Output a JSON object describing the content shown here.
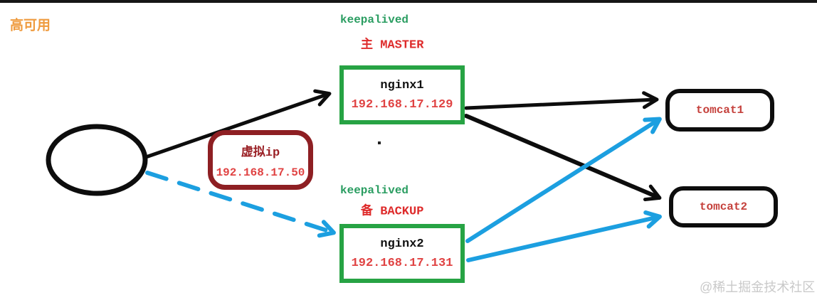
{
  "title": {
    "text": "高可用"
  },
  "watermark": {
    "text": "@稀土掘金技术社区"
  },
  "master_group": {
    "keepalived_label": "keepalived",
    "role_label": "主 MASTER"
  },
  "backup_group": {
    "keepalived_label": "keepalived",
    "role_label": "备 BACKUP"
  },
  "nodes": {
    "virtual_ip": {
      "label": "虚拟ip",
      "ip": "192.168.17.50"
    },
    "nginx1": {
      "label": "nginx1",
      "ip": "192.168.17.129"
    },
    "nginx2": {
      "label": "nginx2",
      "ip": "192.168.17.131"
    },
    "tomcat1": {
      "label": "tomcat1"
    },
    "tomcat2": {
      "label": "tomcat2"
    }
  },
  "edges": [
    {
      "from": "client",
      "to": "nginx1",
      "style": "solid",
      "color": "#0d0d0d"
    },
    {
      "from": "client",
      "to": "nginx2",
      "style": "dashed",
      "color": "#1c9fe0"
    },
    {
      "from": "nginx1",
      "to": "tomcat1",
      "style": "solid",
      "color": "#0d0d0d"
    },
    {
      "from": "nginx1",
      "to": "tomcat2",
      "style": "solid",
      "color": "#0d0d0d"
    },
    {
      "from": "nginx2",
      "to": "tomcat1",
      "style": "solid",
      "color": "#1c9fe0"
    },
    {
      "from": "nginx2",
      "to": "tomcat2",
      "style": "solid",
      "color": "#1c9fe0"
    }
  ],
  "colors": {
    "keepalived_green": "#2a9d61",
    "nginx_border_green": "#27a344",
    "role_red": "#de2b2b",
    "ip_red": "#e04343",
    "vip_dark_red": "#8e1f23",
    "tomcat_text_red": "#c5413c",
    "arrow_black": "#0d0d0d",
    "arrow_blue": "#1c9fe0",
    "title_orange": "#ef9b3f",
    "watermark_gray": "#c9c9c9"
  }
}
